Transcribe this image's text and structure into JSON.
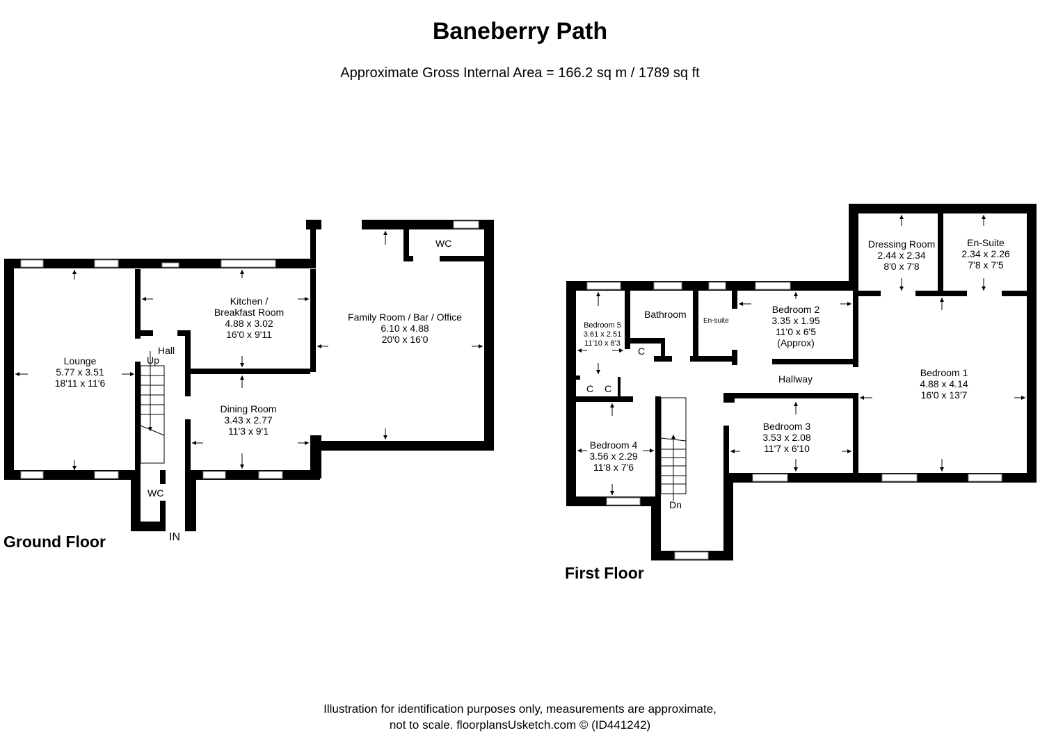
{
  "header": {
    "title": "Baneberry Path",
    "subtitle": "Approximate Gross Internal Area = 166.2 sq m / 1789 sq ft"
  },
  "ground_floor": {
    "label": "Ground Floor",
    "rooms": [
      {
        "name": "Lounge",
        "metric": "5.77 x 3.51",
        "imperial": "18'11 x 11'6"
      },
      {
        "name_line1": "Kitchen /",
        "name_line2": "Breakfast Room",
        "metric": "4.88 x 3.02",
        "imperial": "16'0 x 9'11"
      },
      {
        "name": "Dining Room",
        "metric": "3.43 x 2.77",
        "imperial": "11'3 x 9'1"
      },
      {
        "name": "Family Room / Bar / Office",
        "metric": "6.10 x 4.88",
        "imperial": "20'0 x 16'0"
      }
    ],
    "labels": {
      "hall": "Hall",
      "up": "Up",
      "wc1": "WC",
      "wc2": "WC",
      "entrance": "IN"
    }
  },
  "first_floor": {
    "label": "First Floor",
    "rooms": [
      {
        "name": "Bedroom 1",
        "metric": "4.88 x 4.14",
        "imperial": "16'0 x 13'7"
      },
      {
        "name": "Bedroom 2",
        "metric": "3.35 x 1.95",
        "imperial": "11'0 x 6'5",
        "note": "(Approx)"
      },
      {
        "name": "Bedroom 3",
        "metric": "3.53 x 2.08",
        "imperial": "11'7 x 6'10"
      },
      {
        "name": "Bedroom 4",
        "metric": "3.56 x 2.29",
        "imperial": "11'8 x 7'6"
      },
      {
        "name": "Bedroom 5",
        "metric": "3.61 x 2.51",
        "imperial": "11'10 x 8'3"
      },
      {
        "name": "Dressing Room",
        "metric": "2.44 x 2.34",
        "imperial": "8'0 x 7'8"
      },
      {
        "name": "En-Suite",
        "metric": "2.34 x 2.26",
        "imperial": "7'8 x 7'5"
      }
    ],
    "labels": {
      "bathroom": "Bathroom",
      "ensuite": "En-suite",
      "hallway": "Hallway",
      "down": "Dn",
      "c1": "C",
      "c2": "C",
      "c3": "C"
    }
  },
  "footer": {
    "line1": "Illustration for identification purposes only, measurements are approximate,",
    "line2": "not to scale. floorplansUsketch.com © (ID441242)"
  },
  "colors": {
    "wall": "#000000",
    "background": "#ffffff",
    "window": "#ffffff"
  }
}
